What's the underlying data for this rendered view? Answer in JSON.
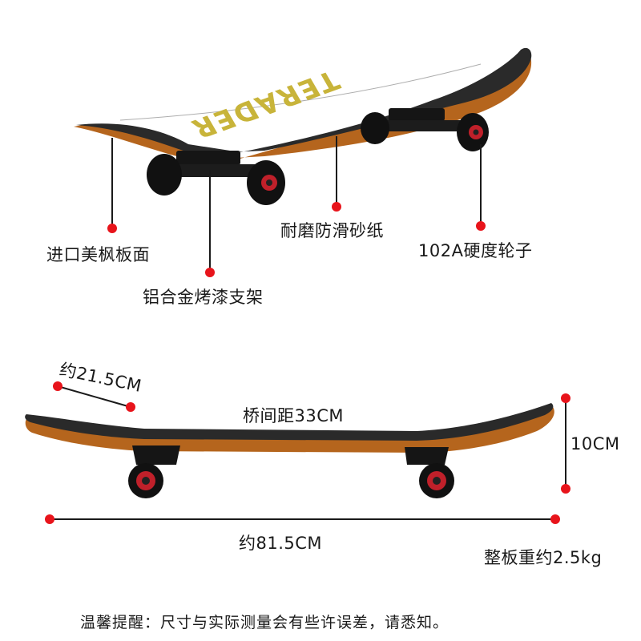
{
  "callouts": {
    "deck": "进口美枫板面",
    "truck": "铝合金烤漆支架",
    "griptape": "耐磨防滑砂纸",
    "wheels": "102A硬度轮子"
  },
  "dimensions": {
    "width": "约21.5CM",
    "wheelbase": "桥间距33CM",
    "height": "10CM",
    "length": "约81.5CM",
    "weight": "整板重约2.5kg"
  },
  "deck_print": "TERADER",
  "notice": "温馨提醒：尺寸与实际测量会有些许误差，请悉知。",
  "colors": {
    "accent_dot": "#e8141b",
    "griptape": "#2a2a2a",
    "deck_edge": "#b5651d",
    "print": "#c8b43a",
    "wheel": "#111111",
    "wheel_core": "#c0202a"
  }
}
